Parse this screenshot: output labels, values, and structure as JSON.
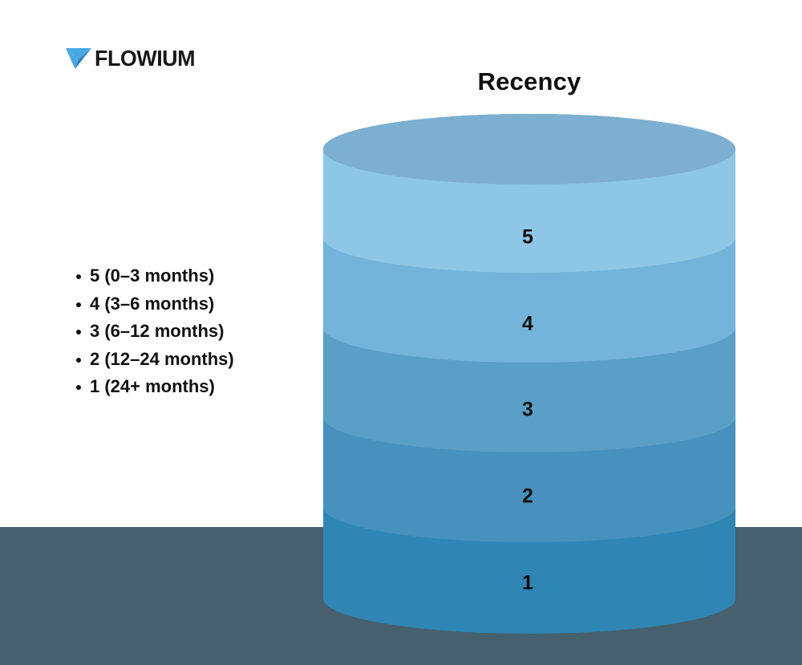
{
  "brand": {
    "logo_text": "FLOWIUM",
    "logo_mark_name": "flowium-triangle-logo",
    "mark_light_color": "#4aa8e0",
    "mark_dark_color": "#2f7fc0"
  },
  "title": "Recency",
  "legend": {
    "items": [
      {
        "label": "5 (0–3 months)"
      },
      {
        "label": "4 (3–6 months)"
      },
      {
        "label": "3 (6–12 months)"
      },
      {
        "label": "2 (12–24 months)"
      },
      {
        "label": "1 (24+ months)"
      }
    ]
  },
  "colors": {
    "page_background": "#ffffff",
    "ground_band": "#46606e",
    "text": "#111114",
    "cylinder_top_cap": "#7cafd0"
  },
  "chart_data": {
    "type": "bar",
    "title": "Recency",
    "xlabel": "",
    "ylabel": "",
    "render": "stacked-3d-cylinder",
    "categories": [
      "5",
      "4",
      "3",
      "2",
      "1"
    ],
    "values": [
      1,
      1,
      1,
      1,
      1
    ],
    "segment_labels": [
      "5",
      "4",
      "3",
      "2",
      "1"
    ],
    "segment_colors": [
      "#8ec7e5",
      "#74b4da",
      "#5a9fc6",
      "#4691bd",
      "#2f86b4"
    ],
    "segment_descriptions": [
      "5 (0–3 months)",
      "4 (3–6 months)",
      "3 (6–12 months)",
      "2 (12–24 months)",
      "1 (24+ months)"
    ],
    "legend_position": "left",
    "grid": false
  }
}
